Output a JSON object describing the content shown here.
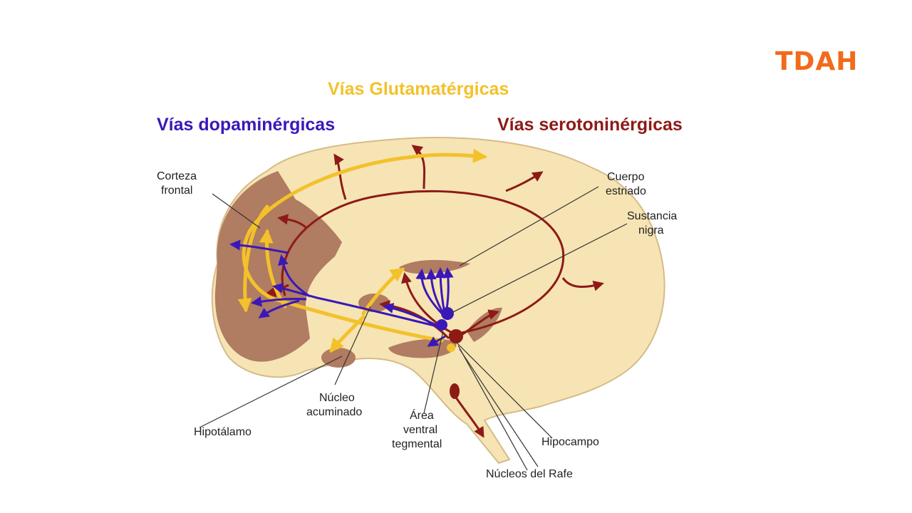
{
  "slide": {
    "title": "TDAH",
    "title_color": "#f26a1b"
  },
  "diagram": {
    "headings": {
      "glutamatergic": "Vías Glutamatérgicas",
      "dopaminergic": "Vías dopaminérgicas",
      "serotoninergic": "Vías serotoninérgicas"
    },
    "colors": {
      "glutamatergic": "#f3c12a",
      "dopaminergic": "#3a18b8",
      "serotoninergic": "#8e1a16",
      "brain_fill": "#f6e4b4",
      "brain_regions": "#b07c62"
    },
    "labels": {
      "frontal_cortex": [
        "Corteza",
        "frontal"
      ],
      "striatum": [
        "Cuerpo",
        "estriado"
      ],
      "substantia_nigra": [
        "Sustancia",
        "nigra"
      ],
      "hypothalamus": "Hipotálamo",
      "nucleus_accumbens": [
        "Núcleo",
        "acuminado"
      ],
      "vta": [
        "Área",
        "ventral",
        "tegmental"
      ],
      "hippocampus": "Hipocampo",
      "raphe_nuclei": "Núcleos del Rafe"
    }
  }
}
